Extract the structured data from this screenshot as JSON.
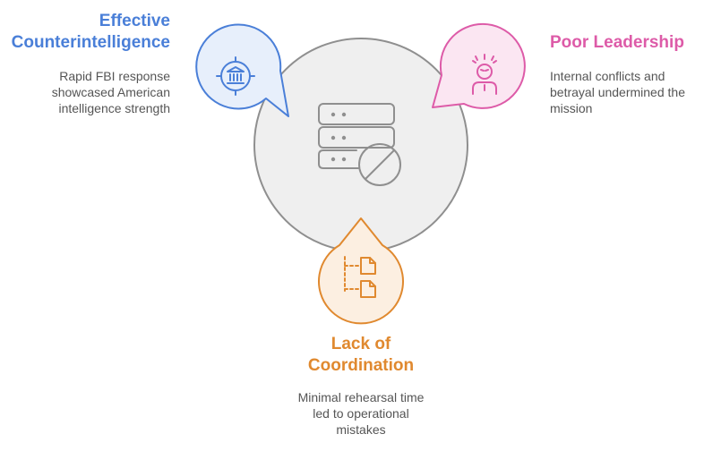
{
  "accent_colors": {
    "blue": "#4a7fd8",
    "blue_fill": "#e7effb",
    "pink": "#dd5ba8",
    "pink_fill": "#fbe6f2",
    "orange": "#e0892f",
    "orange_fill": "#fcefe1",
    "center_fill": "#efefef",
    "center_stroke": "#8f8f8f"
  },
  "center": {
    "icon": "server-blocked-icon"
  },
  "items": [
    {
      "id": "counterintelligence",
      "title": "Effective Counterintelligence",
      "title_lines": [
        "Effective",
        "Counterintelligence"
      ],
      "description": "Rapid FBI response showcased American intelligence strength",
      "description_lines": [
        "Rapid FBI response",
        "showcased American",
        "intelligence strength"
      ],
      "icon": "bank-target-icon",
      "color": "#4a7fd8"
    },
    {
      "id": "leadership",
      "title": "Poor Leadership",
      "title_lines": [
        "Poor Leadership"
      ],
      "description": "Internal conflicts and betrayal undermined the mission",
      "description_lines": [
        "Internal conflicts and",
        "betrayal undermined the",
        "mission"
      ],
      "icon": "stressed-person-icon",
      "color": "#dd5ba8"
    },
    {
      "id": "coordination",
      "title": "Lack of Coordination",
      "title_lines": [
        "Lack of",
        "Coordination"
      ],
      "description": "Minimal rehearsal time led to operational mistakes",
      "description_lines": [
        "Minimal rehearsal time",
        "led to operational",
        "mistakes"
      ],
      "icon": "file-tree-icon",
      "color": "#e0892f"
    }
  ]
}
